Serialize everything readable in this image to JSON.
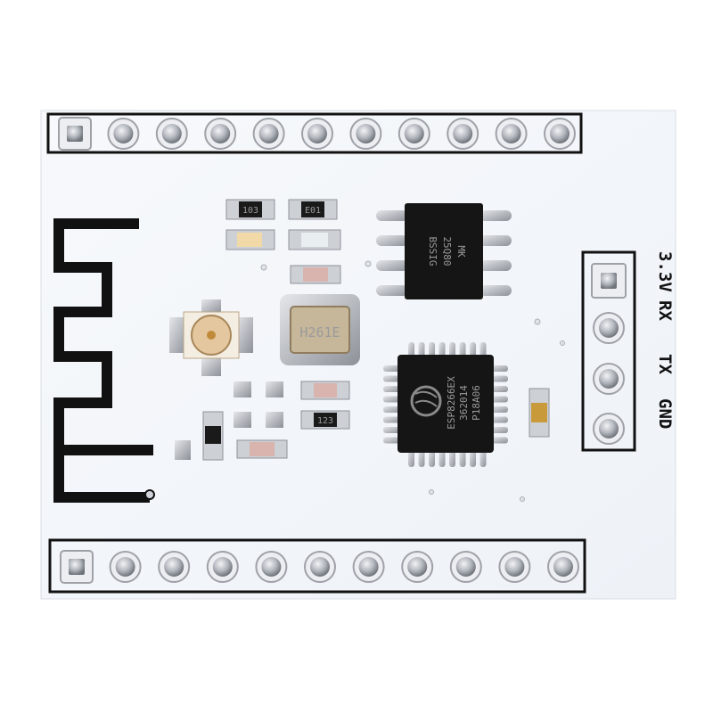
{
  "board": {
    "pcb_color": "#f4f7fb",
    "silkscreen_color": "#111111",
    "solder_color": "#b9bdc4"
  },
  "pin_labels": {
    "p1": "3.3V",
    "p2": "RX",
    "p3": "TX",
    "p4": "GND"
  },
  "components": {
    "r1_marking": "103",
    "r2_marking": "E01",
    "crystal_marking": "H261E",
    "r3_marking": "123",
    "mcu_line1": "ESP8266EX",
    "mcu_line2": "362014",
    "mcu_line3": "P18A06",
    "flash_line1": "MK",
    "flash_line2": "25Q80",
    "flash_line3": "BSSIG"
  },
  "icons": {
    "antenna": "pcb-meander-antenna-icon",
    "espressif": "espressif-logo-icon",
    "ufl": "ufl-connector-icon"
  }
}
